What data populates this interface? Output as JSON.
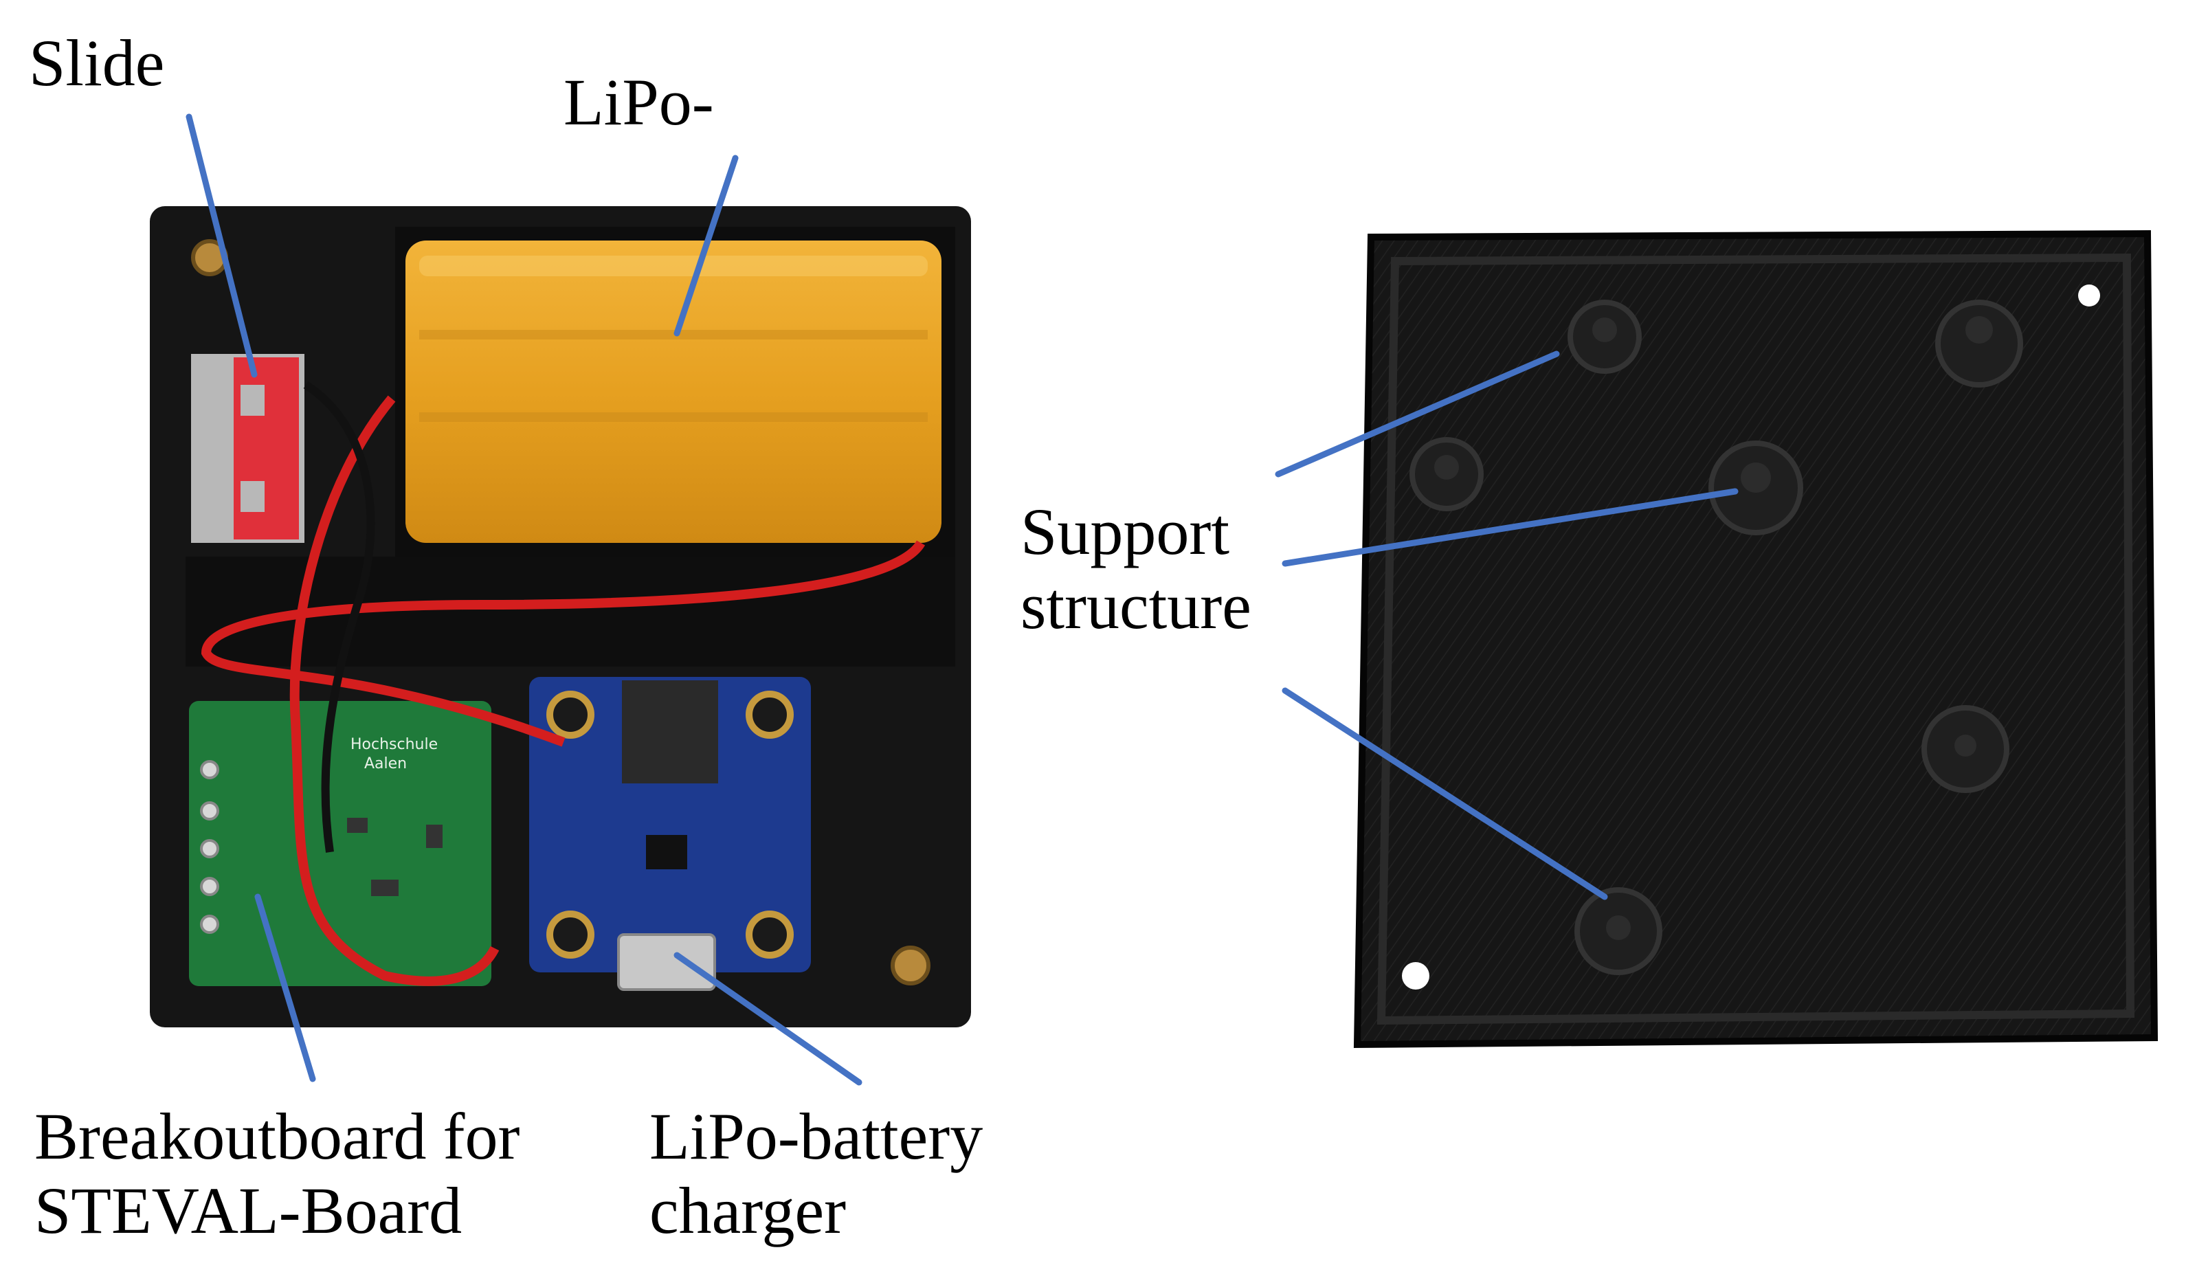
{
  "labels": {
    "slide": "Slide",
    "lipo": "LiPo-",
    "support_line1": "Support",
    "support_line2": "structure",
    "breakout_line1": "Breakoutboard for",
    "breakout_line2": "STEVAL-Board",
    "charger_line1": "LiPo-battery",
    "charger_line2": "charger"
  },
  "pcb_text": {
    "university_line1": "Hochschule",
    "university_line2": "Aalen"
  },
  "colors": {
    "leader_line": "#4472c4",
    "housing": "#141414",
    "battery": "#e8a21c",
    "pcb_green": "#1f7a3a",
    "charger_blue": "#1d3a8f",
    "wire_red": "#d41e1e",
    "switch_red": "#e0303a"
  }
}
